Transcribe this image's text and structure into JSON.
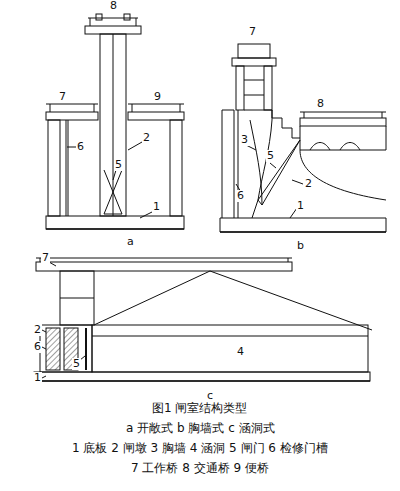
{
  "diagram": {
    "caption": "图1 闸室结构类型",
    "labels": [
      "8",
      "7",
      "9",
      "6",
      "5",
      "2",
      "1",
      "a",
      "7",
      "8",
      "3",
      "5",
      "2",
      "6",
      "1",
      "b",
      "7",
      "2",
      "6",
      "5",
      "1",
      "4",
      "c",
      "a 开敞式 b 胸墙式 c 涵洞式",
      "1 底板 2 闸墩 3 胸墙 4 涵洞 5 闸门 6 检修门槽",
      "7 工作桥 8 交通桥 9 便桥"
    ]
  }
}
